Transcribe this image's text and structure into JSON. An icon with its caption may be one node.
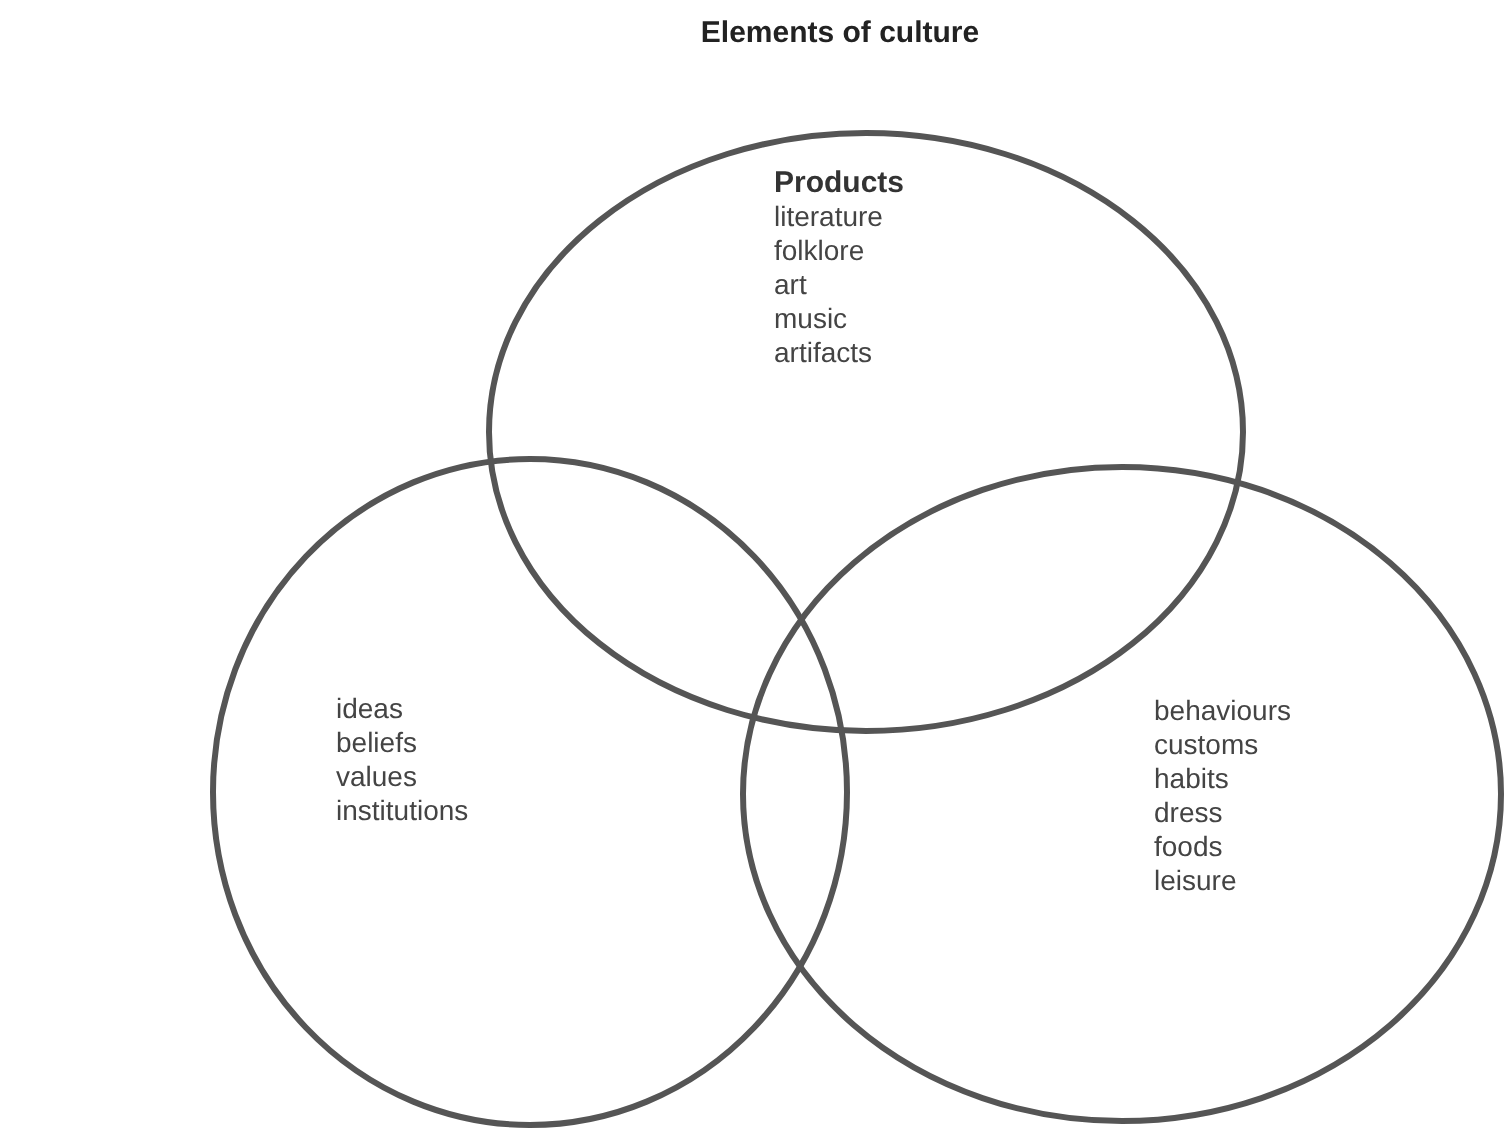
{
  "diagram": {
    "title": "Elements of culture",
    "nodes": [
      {
        "text": [
          "Products",
          "literature",
          "folklore",
          "art",
          "music",
          "artifacts"
        ]
      },
      {
        "text": [
          "ideas",
          "beliefs",
          "values",
          "institutions"
        ]
      },
      {
        "text": [
          "behaviours",
          "customs",
          "habits",
          "dress",
          "foods",
          "leisure"
        ]
      }
    ]
  }
}
